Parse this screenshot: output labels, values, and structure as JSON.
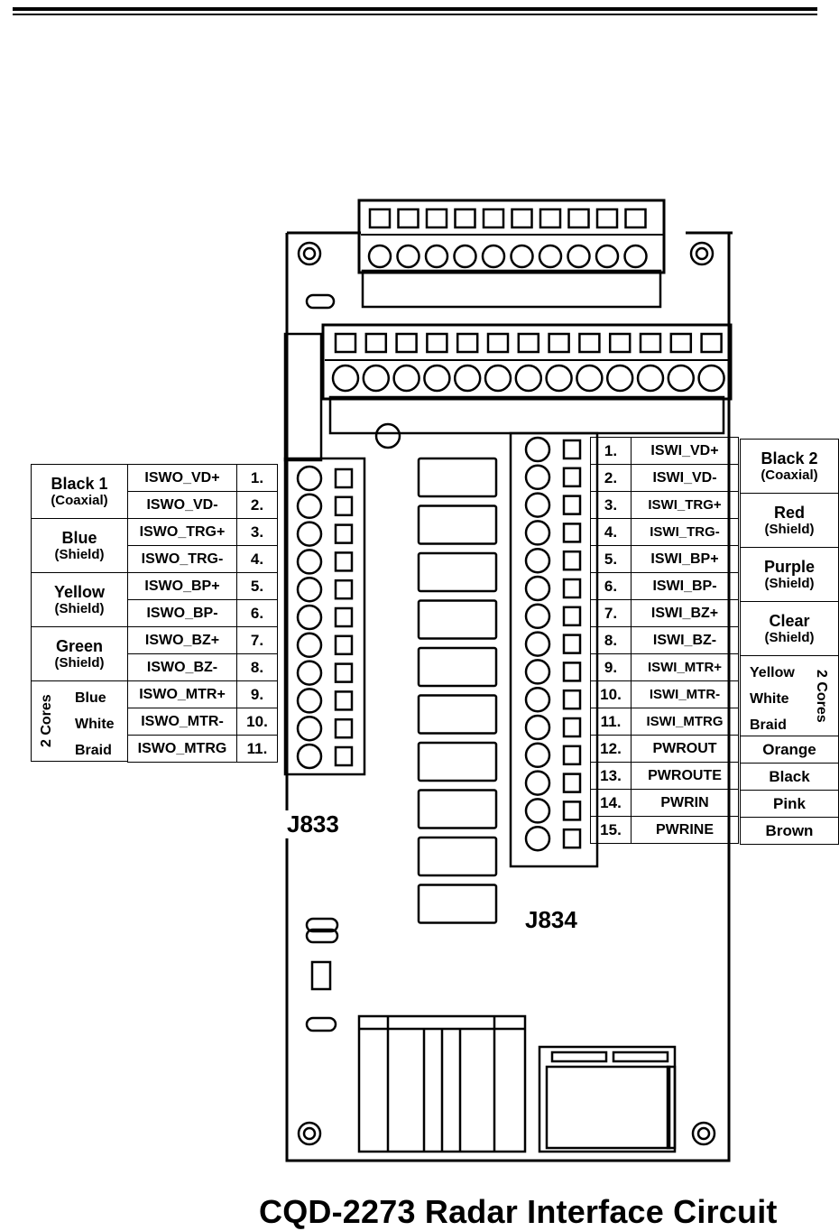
{
  "caption": "CQD-2273 Radar Interface Circuit",
  "connectors": {
    "j833": "J833",
    "j834": "J834"
  },
  "left_table": {
    "signals": [
      "ISWO_VD+",
      "ISWO_VD-",
      "ISWO_TRG+",
      "ISWO_TRG-",
      "ISWO_BP+",
      "ISWO_BP-",
      "ISWO_BZ+",
      "ISWO_BZ-",
      "ISWO_MTR+",
      "ISWO_MTR-",
      "ISWO_MTRG"
    ],
    "pins": [
      "1.",
      "2.",
      "3.",
      "4.",
      "5.",
      "6.",
      "7.",
      "8.",
      "9.",
      "10.",
      "11."
    ],
    "wires": [
      {
        "color": "Black 1",
        "type": "(Coaxial)"
      },
      {
        "color": "Blue",
        "type": "(Shield)"
      },
      {
        "color": "Yellow",
        "type": "(Shield)"
      },
      {
        "color": "Green",
        "type": "(Shield)"
      }
    ],
    "cores_label": "2 Cores",
    "cores_wires": [
      "Blue",
      "White",
      "Braid"
    ]
  },
  "right_table": {
    "pins": [
      "1.",
      "2.",
      "3.",
      "4.",
      "5.",
      "6.",
      "7.",
      "8.",
      "9.",
      "10.",
      "11.",
      "12.",
      "13.",
      "14.",
      "15."
    ],
    "signals": [
      "ISWI_VD+",
      "ISWI_VD-",
      "ISWI_TRG+",
      "ISWI_TRG-",
      "ISWI_BP+",
      "ISWI_BP-",
      "ISWI_BZ+",
      "ISWI_BZ-",
      "ISWI_MTR+",
      "ISWI_MTR-",
      "ISWI_MTRG",
      "PWROUT",
      "PWROUTE",
      "PWRIN",
      "PWRINE"
    ],
    "wires": [
      {
        "color": "Black 2",
        "type": "(Coaxial)"
      },
      {
        "color": "Red",
        "type": "(Shield)"
      },
      {
        "color": "Purple",
        "type": "(Shield)"
      },
      {
        "color": "Clear",
        "type": "(Shield)"
      }
    ],
    "cores_label": "2 Cores",
    "cores_wires": [
      "Yellow",
      "White",
      "Braid"
    ],
    "single_wires": [
      "Orange",
      "Black",
      "Pink",
      "Brown"
    ]
  }
}
